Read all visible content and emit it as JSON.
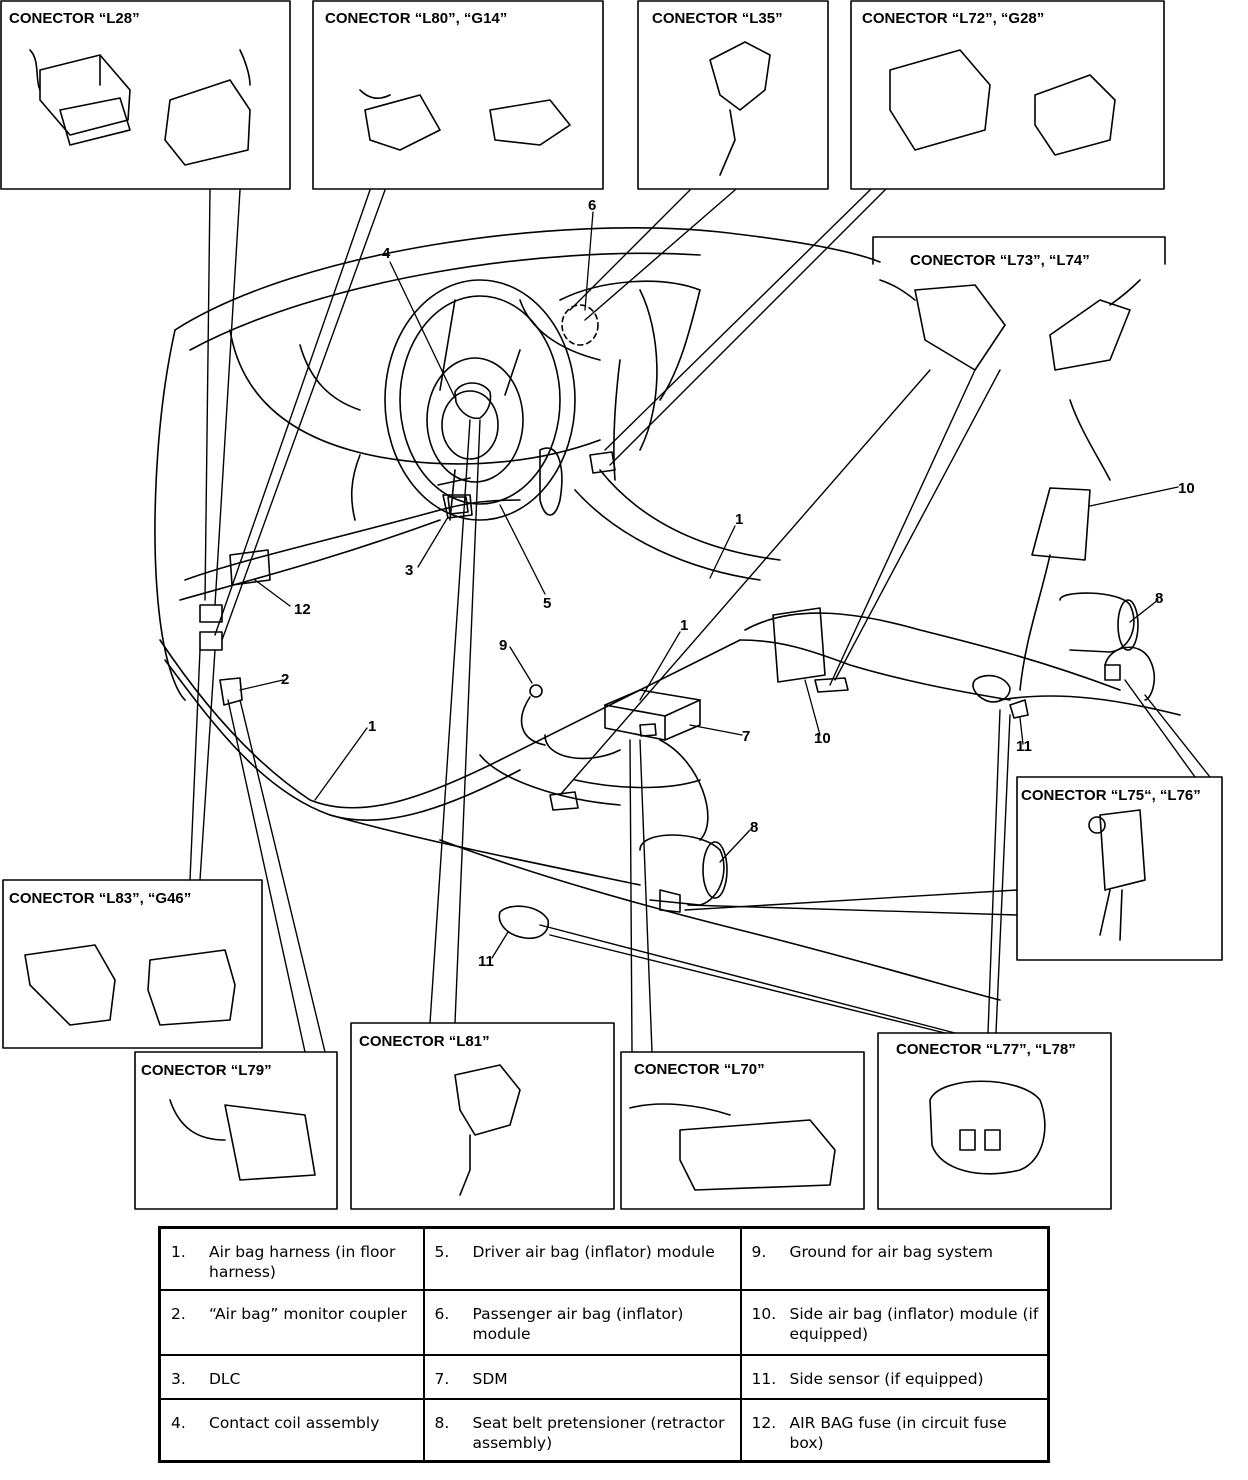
{
  "connectors": {
    "l28": "CONECTOR “L28”",
    "l80": "CONECTOR “L80”, “G14”",
    "l35": "CONECTOR “L35”",
    "l72": "CONECTOR “L72”, “G28”",
    "l73": "CONECTOR “L73”, “L74”",
    "l75": "CONECTOR “L75“, “L76”",
    "l83": "CONECTOR “L83”, “G46”",
    "l79": "CONECTOR “L79”",
    "l81": "CONECTOR “L81”",
    "l70": "CONECTOR “L70”",
    "l77": "CONECTOR “L77”, “L78”"
  },
  "callouts": {
    "c1": "1",
    "c2": "2",
    "c3": "3",
    "c4": "4",
    "c5": "5",
    "c6": "6",
    "c7": "7",
    "c8": "8",
    "c9": "9",
    "c10": "10",
    "c11": "11",
    "c12": "12"
  },
  "legend": [
    [
      {
        "num": "1.",
        "text": "Air bag harness (in floor harness)"
      },
      {
        "num": "5.",
        "text": "Driver air bag (inflator) module"
      },
      {
        "num": "9.",
        "text": "Ground for air bag system"
      }
    ],
    [
      {
        "num": "2.",
        "text": "“Air bag” monitor coupler"
      },
      {
        "num": "6.",
        "text": "Passenger air bag (inflator) module"
      },
      {
        "num": "10.",
        "text": "Side air bag (inflator) module (if equipped)"
      }
    ],
    [
      {
        "num": "3.",
        "text": "DLC"
      },
      {
        "num": "7.",
        "text": "SDM"
      },
      {
        "num": "11.",
        "text": "Side sensor (if equipped)"
      }
    ],
    [
      {
        "num": "4.",
        "text": "Contact coil assembly"
      },
      {
        "num": "8.",
        "text": "Seat belt pretensioner (retractor assembly)"
      },
      {
        "num": "12.",
        "text": "AIR BAG fuse (in circuit fuse box)"
      }
    ]
  ]
}
